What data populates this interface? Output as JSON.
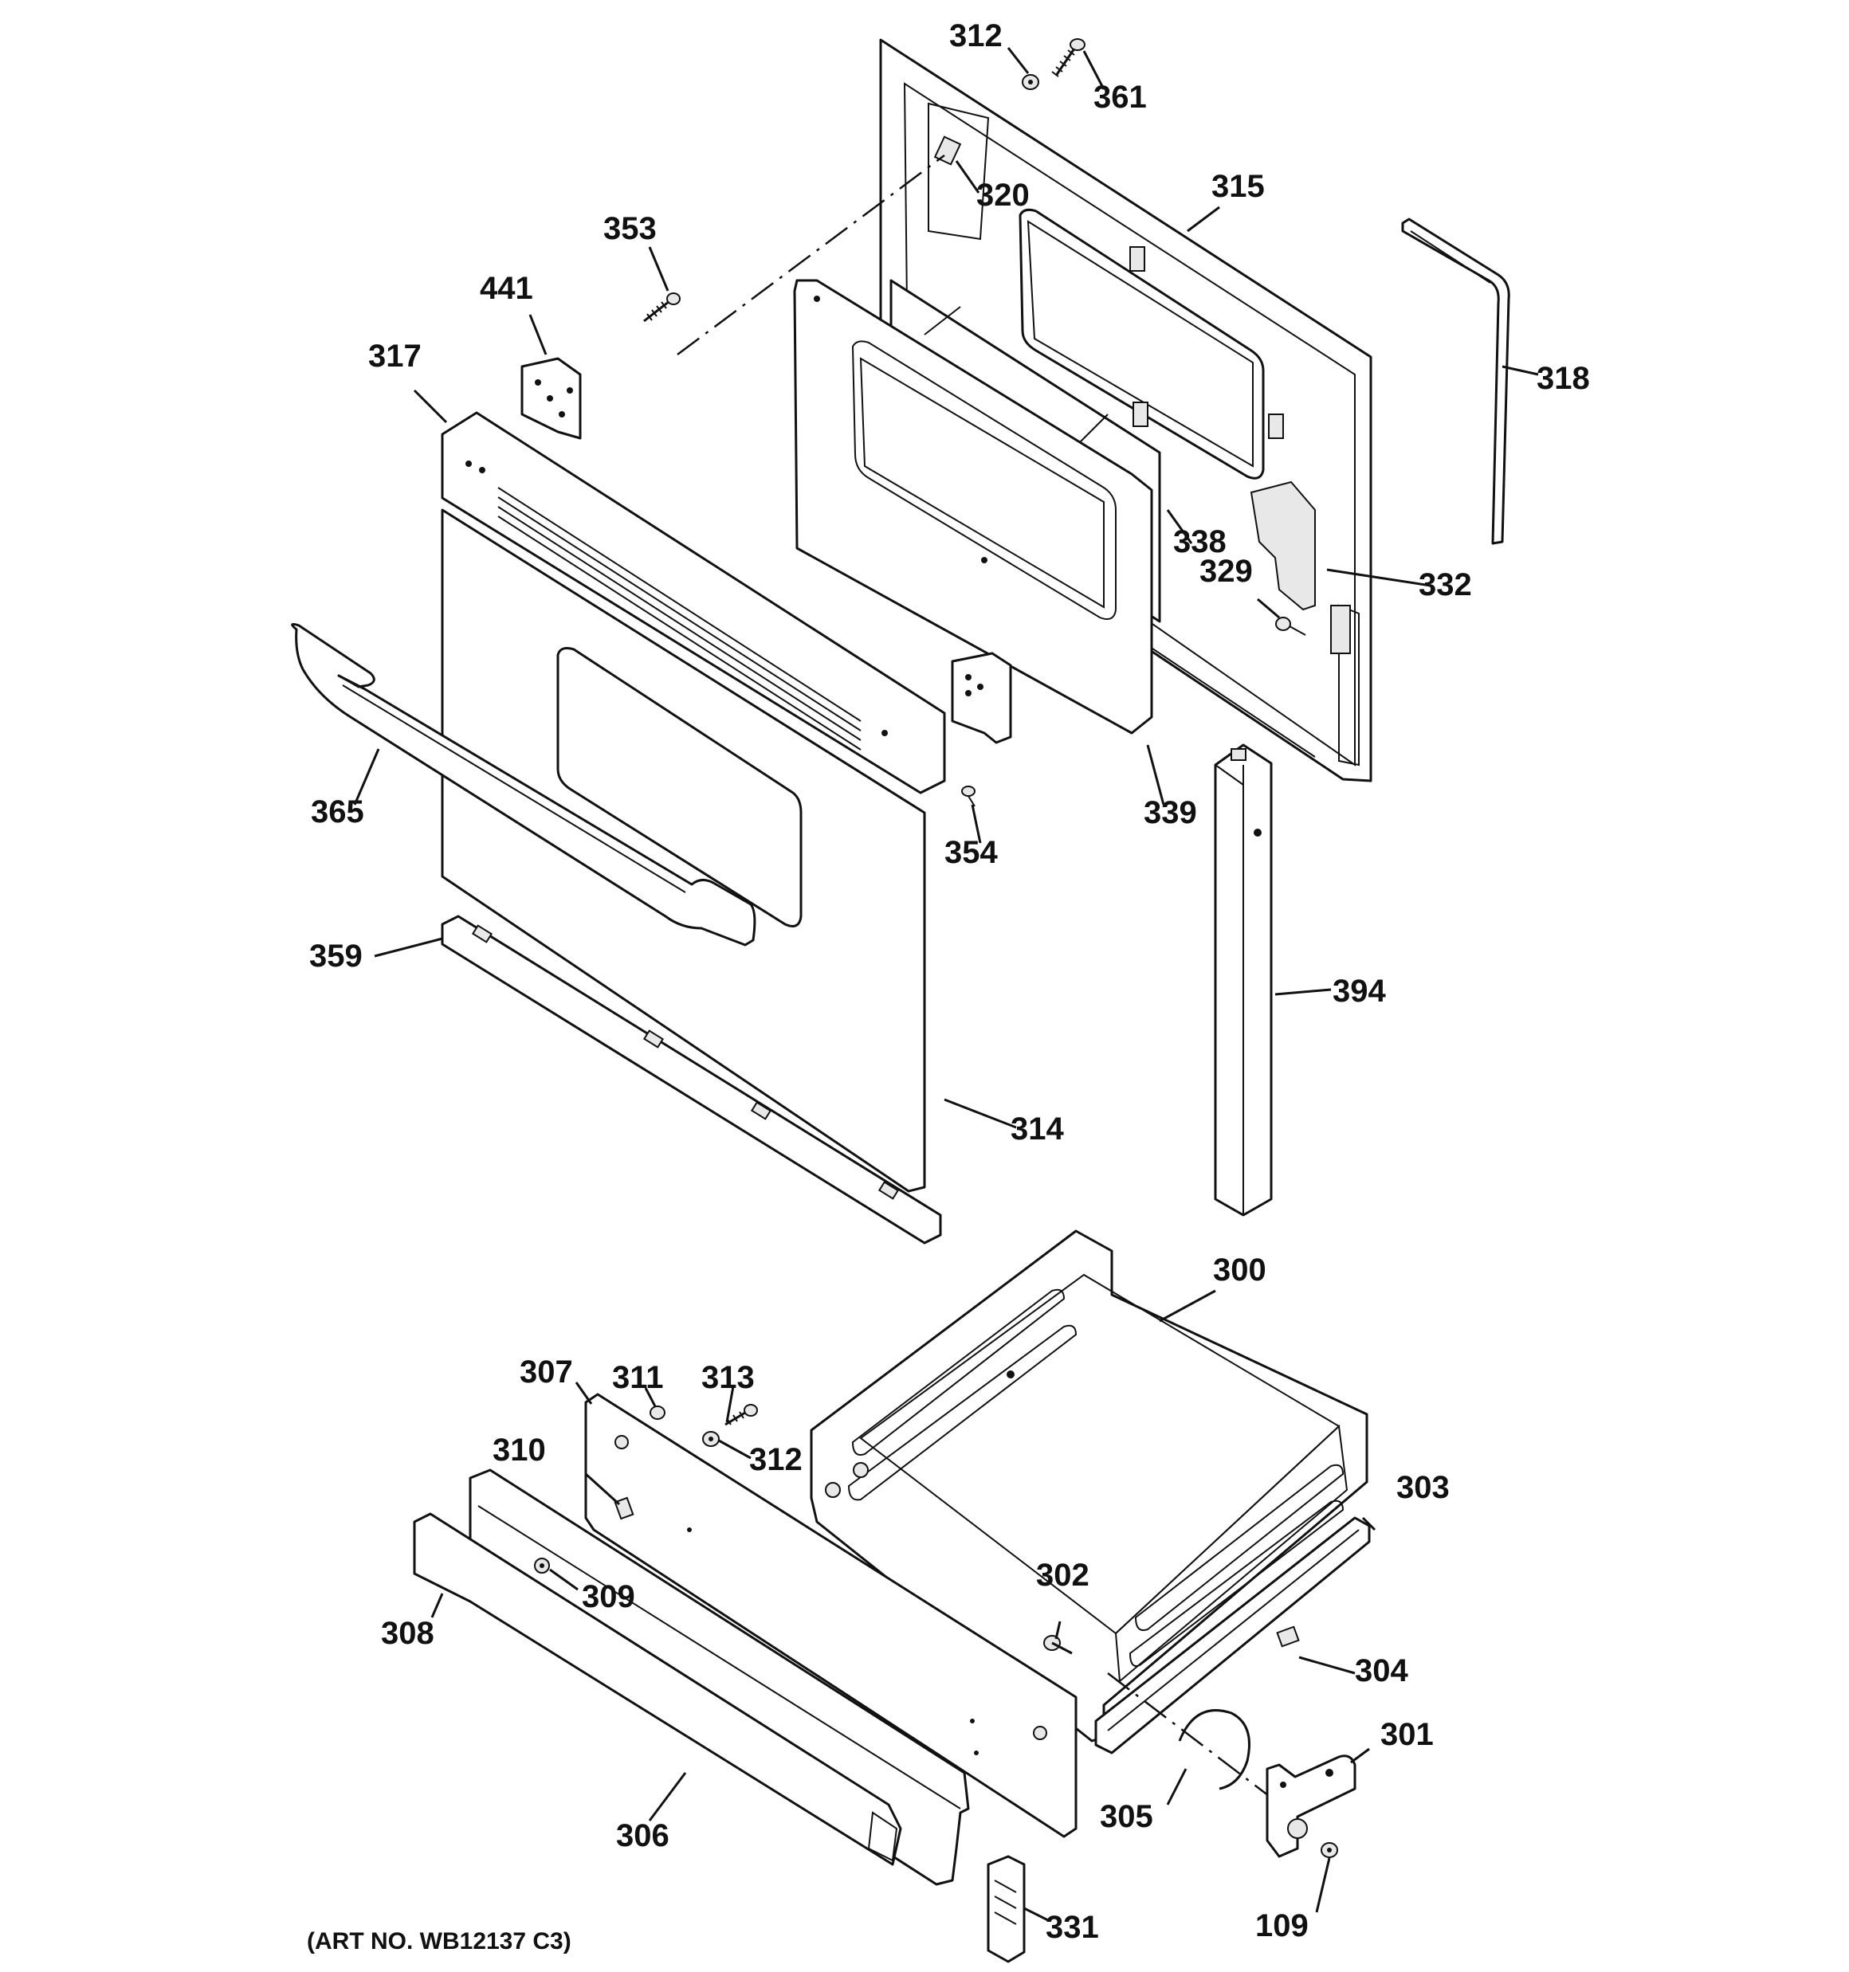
{
  "callouts": {
    "p109": "109",
    "p300": "300",
    "p301": "301",
    "p302": "302",
    "p303": "303",
    "p304": "304",
    "p305": "305",
    "p306": "306",
    "p307": "307",
    "p308": "308",
    "p309": "309",
    "p310": "310",
    "p311": "311",
    "p312a": "312",
    "p312b": "312",
    "p313": "313",
    "p314": "314",
    "p315": "315",
    "p317": "317",
    "p318": "318",
    "p320": "320",
    "p329": "329",
    "p331": "331",
    "p332": "332",
    "p338": "338",
    "p339": "339",
    "p353": "353",
    "p354": "354",
    "p359": "359",
    "p361": "361",
    "p365": "365",
    "p394": "394",
    "p441": "441"
  },
  "art_number": "(ART NO. WB12137 C3)"
}
